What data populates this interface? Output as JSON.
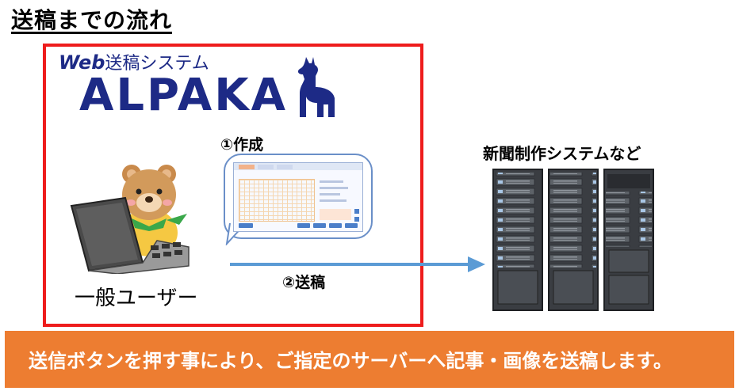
{
  "page_title": "送稿までの流れ",
  "logo": {
    "web": "Web",
    "tagline": "送稿システム",
    "name": "ALPAKA"
  },
  "steps": {
    "create": "①作成",
    "send": "②送稿"
  },
  "user_label": "一般ユーザー",
  "server_label": "新聞制作システムなど",
  "banner_text": "送信ボタンを押す事により、ご指定のサーバーへ記事・画像を送稿します。",
  "colors": {
    "frame_red": "#ee1c1c",
    "logo_navy": "#1d2a86",
    "arrow_blue": "#5b9bd5",
    "banner_orange": "#ed7d31"
  }
}
